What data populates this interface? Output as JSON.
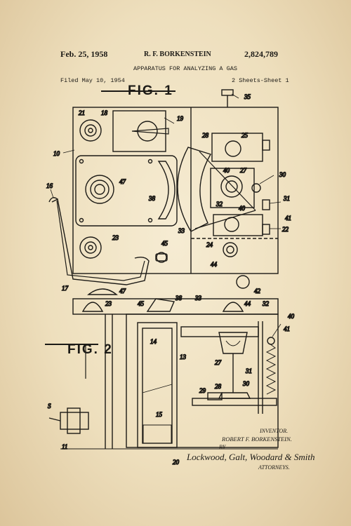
{
  "header": {
    "date": "Feb. 25, 1958",
    "inventor": "R. F. BORKENSTEIN",
    "patent_number": "2,824,789",
    "title": "APPARATUS FOR ANALYZING A GAS",
    "filed": "Filed May 10, 1954",
    "sheets": "2 Sheets-Sheet 1"
  },
  "figures": {
    "fig1": "FIG. 1",
    "fig2": "FIG. 2"
  },
  "signature_block": {
    "label": "INVENTOR.",
    "inventor_name": "ROBERT F. BORKENSTEIN.",
    "by": "BY",
    "attorneys_signature": "Lockwood, Galt, Woodard & Smith",
    "attorneys_label": "ATTORNEYS."
  },
  "reference_numerals": {
    "n10": "10",
    "n16": "16",
    "n17": "17",
    "n18": "18",
    "n19": "19",
    "n21": "21",
    "n23": "23",
    "n24": "24",
    "n25": "25",
    "n27": "27",
    "n28": "28",
    "n30": "30",
    "n31": "31",
    "n32": "32",
    "n33": "33",
    "n35": "35",
    "n38": "38",
    "n40": "40",
    "n41": "41",
    "n42": "42",
    "n44": "44",
    "n45": "45",
    "n47": "47",
    "n22": "22",
    "n14": "14",
    "n13": "13",
    "n15": "15",
    "n29": "29",
    "n11": "11",
    "n20": "20",
    "ns": "S"
  },
  "colors": {
    "paper": "#efe3c6",
    "ink": "#1c1a16"
  }
}
